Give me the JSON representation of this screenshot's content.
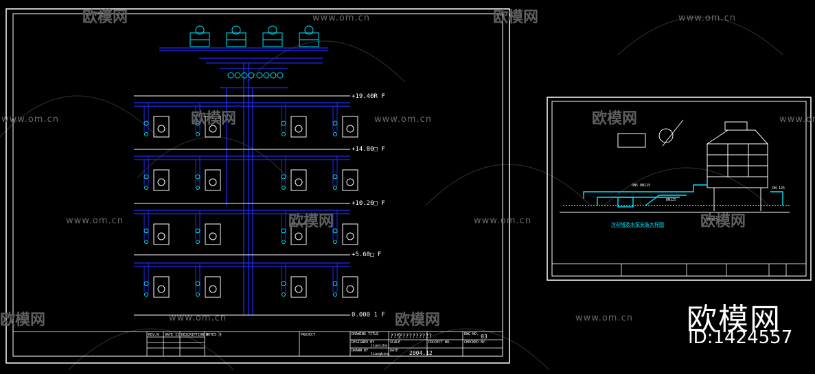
{
  "watermark": {
    "site": "www.om.cn",
    "brand": "欧模网"
  },
  "brand_logo": {
    "name": "欧模网",
    "id_label": "ID:1424557"
  },
  "left_sheet": {
    "levels": [
      "+19.40R F",
      "+14.80□ F",
      "+10.20□ F",
      "+5.60□ F",
      "0.000 1 F"
    ],
    "title_block": {
      "rev_headers": [
        "REV.N",
        "DATE 11",
        "DESCRIPTION 3"
      ],
      "notes_label": "NOTES 注",
      "project_label": "PROJECT",
      "drawing_title_label": "DRAWING TITLE",
      "drawing_title_value": "??空?????????",
      "designed_by_label": "DESIGNED BY",
      "designed_by_value": "jiansihe",
      "drawn_by_label": "DRAWN BY",
      "drawn_by_value": "liangbing",
      "scale_label": "SCALE",
      "date_label": "DATE",
      "date_value": "2004.12",
      "project_no_label": "PROJECT NO.",
      "checked_by_label": "CHECKED BY",
      "dwg_no_label": "DWG NO.",
      "dwg_no_value": "03"
    }
  },
  "right_sheet": {
    "dn_labels": [
      "DN5 DN125",
      "DN125",
      "DN125",
      "DN 125"
    ],
    "caption": "冷却塔及水泵安装大样图"
  },
  "colors": {
    "background": "#000000",
    "frame": "#ffffff",
    "pipe": "#1f2bff",
    "equipment": "#00e5ff"
  }
}
